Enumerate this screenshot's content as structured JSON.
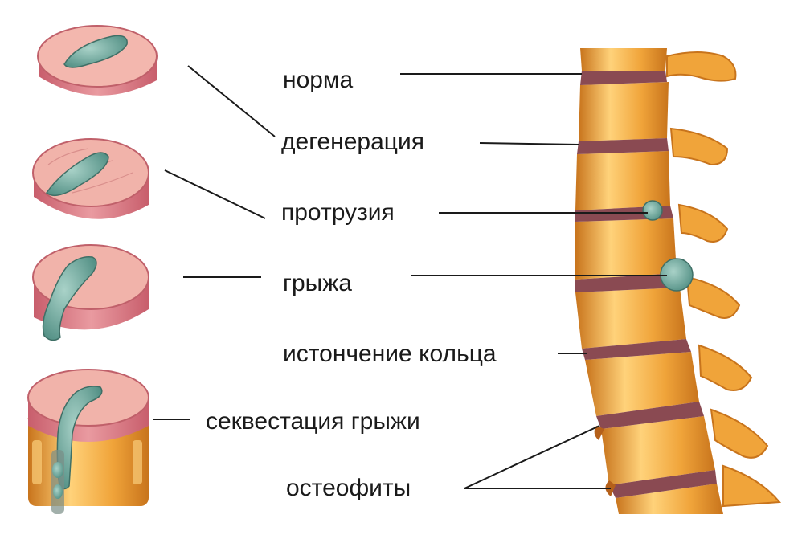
{
  "labels": {
    "norma": "норма",
    "degeneration": "дегенерация",
    "protrusion": "протрузия",
    "hernia": "грыжа",
    "ring_thinning": "истончение кольца",
    "sequestration": "секвестация грыжи",
    "osteophytes": "остеофиты"
  },
  "colors": {
    "disc_top": "#f3b7ae",
    "disc_side": "#d9727b",
    "nucleus": "#6fa79c",
    "vertebra": "#f0a43a",
    "vertebra_dark": "#c8741c",
    "vertebra_light": "#ffd27a",
    "disc_gap": "#8a4a52",
    "line": "#1a1a1a"
  }
}
